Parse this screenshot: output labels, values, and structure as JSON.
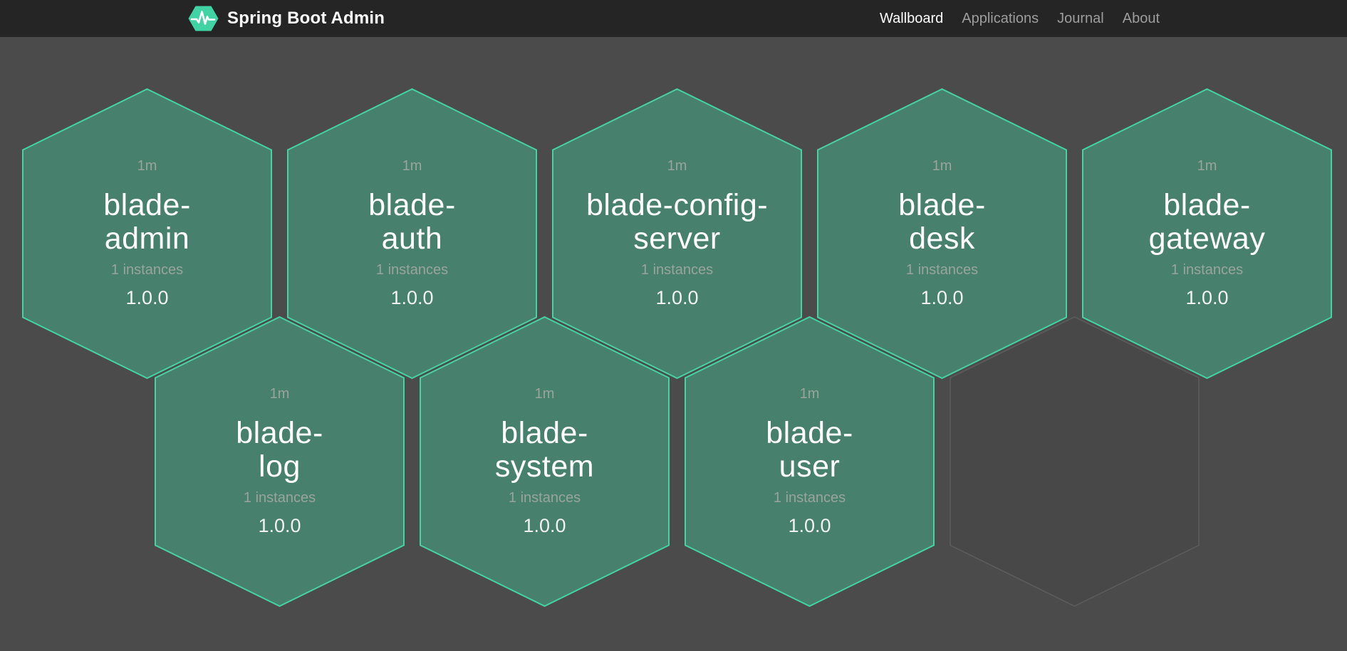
{
  "navbar": {
    "title": "Spring Boot Admin",
    "logo_icon": "hexagon-pulse-icon",
    "links": [
      {
        "label": "Wallboard",
        "active": true
      },
      {
        "label": "Applications",
        "active": false
      },
      {
        "label": "Journal",
        "active": false
      },
      {
        "label": "About",
        "active": false
      }
    ]
  },
  "colors": {
    "navbar_bg": "#252525",
    "page_bg": "#4b4b4b",
    "brand_green": "#42d3a5",
    "hex_fill": "#47806d",
    "hex_stroke": "#45d3a2",
    "empty_hex_stroke": "#5d5d5d",
    "muted_text": "#99a49d"
  },
  "wallboard": {
    "hexagons": [
      {
        "name": "blade-admin",
        "name_lines": [
          "blade-",
          "admin"
        ],
        "time_since": "1m",
        "instances": "1 instances",
        "version": "1.0.0",
        "status": "up"
      },
      {
        "name": "blade-auth",
        "name_lines": [
          "blade-",
          "auth"
        ],
        "time_since": "1m",
        "instances": "1 instances",
        "version": "1.0.0",
        "status": "up"
      },
      {
        "name": "blade-config-server",
        "name_lines": [
          "blade-config-",
          "server"
        ],
        "time_since": "1m",
        "instances": "1 instances",
        "version": "1.0.0",
        "status": "up"
      },
      {
        "name": "blade-desk",
        "name_lines": [
          "blade-",
          "desk"
        ],
        "time_since": "1m",
        "instances": "1 instances",
        "version": "1.0.0",
        "status": "up"
      },
      {
        "name": "blade-gateway",
        "name_lines": [
          "blade-",
          "gateway"
        ],
        "time_since": "1m",
        "instances": "1 instances",
        "version": "1.0.0",
        "status": "up"
      },
      {
        "name": "blade-log",
        "name_lines": [
          "blade-",
          "log"
        ],
        "time_since": "1m",
        "instances": "1 instances",
        "version": "1.0.0",
        "status": "up"
      },
      {
        "name": "blade-system",
        "name_lines": [
          "blade-",
          "system"
        ],
        "time_since": "1m",
        "instances": "1 instances",
        "version": "1.0.0",
        "status": "up"
      },
      {
        "name": "blade-user",
        "name_lines": [
          "blade-",
          "user"
        ],
        "time_since": "1m",
        "instances": "1 instances",
        "version": "1.0.0",
        "status": "up"
      },
      {
        "empty_slot": true
      }
    ]
  }
}
